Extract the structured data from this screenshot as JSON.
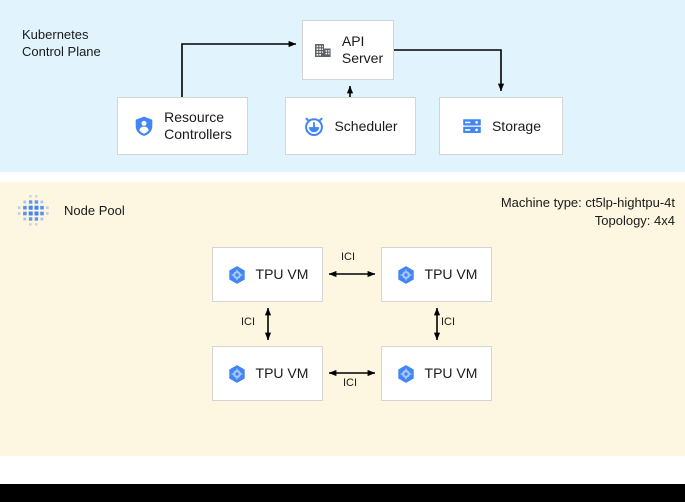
{
  "diagram": {
    "control_plane": {
      "title": "Kubernetes\nControl Plane",
      "background": "#e1f4fd",
      "boxes": [
        {
          "id": "api-server",
          "label": "API\nServer",
          "icon": "datacenter-building-icon",
          "icon_color": "#5f6368"
        },
        {
          "id": "resource-controllers",
          "label": "Resource\nControllers",
          "icon": "shield-person-icon",
          "icon_color": "#4285f4"
        },
        {
          "id": "scheduler",
          "label": "Scheduler",
          "icon": "alarm-clock-icon",
          "icon_color": "#4285f4"
        },
        {
          "id": "storage",
          "label": "Storage",
          "icon": "server-rack-icon",
          "icon_color": "#4285f4"
        }
      ],
      "connections": [
        {
          "from": "resource-controllers",
          "to": "api-server",
          "label": ""
        },
        {
          "from": "scheduler",
          "to": "api-server",
          "label": ""
        },
        {
          "from": "api-server",
          "to": "storage",
          "label": ""
        }
      ]
    },
    "node_pool": {
      "title": "Node Pool",
      "icon": "node-pool-dots-icon",
      "background": "#fdf6e0",
      "machine_type_line": "Machine type: ct5lp-hightpu-4t",
      "topology_line": "Topology: 4x4",
      "vms": [
        {
          "id": "tpu-vm-0",
          "label": "TPU VM",
          "icon": "tpu-hexagon-icon"
        },
        {
          "id": "tpu-vm-1",
          "label": "TPU VM",
          "icon": "tpu-hexagon-icon"
        },
        {
          "id": "tpu-vm-2",
          "label": "TPU VM",
          "icon": "tpu-hexagon-icon"
        },
        {
          "id": "tpu-vm-3",
          "label": "TPU VM",
          "icon": "tpu-hexagon-icon"
        }
      ],
      "interconnects": [
        {
          "id": "ici-top",
          "label": "ICI",
          "from": "tpu-vm-0",
          "to": "tpu-vm-1",
          "orientation": "horizontal"
        },
        {
          "id": "ici-left",
          "label": "ICI",
          "from": "tpu-vm-0",
          "to": "tpu-vm-2",
          "orientation": "vertical"
        },
        {
          "id": "ici-right",
          "label": "ICI",
          "from": "tpu-vm-1",
          "to": "tpu-vm-3",
          "orientation": "vertical"
        },
        {
          "id": "ici-bottom",
          "label": "ICI",
          "from": "tpu-vm-2",
          "to": "tpu-vm-3",
          "orientation": "horizontal"
        }
      ]
    },
    "colors": {
      "control_plane_bg": "#e1f4fd",
      "node_pool_bg": "#fdf6e0",
      "box_bg": "#ffffff",
      "box_border": "#d4d4d4",
      "accent_blue": "#4285f4",
      "icon_gray": "#5f6368",
      "connector": "#000000",
      "bottom_bar": "#000000"
    }
  }
}
